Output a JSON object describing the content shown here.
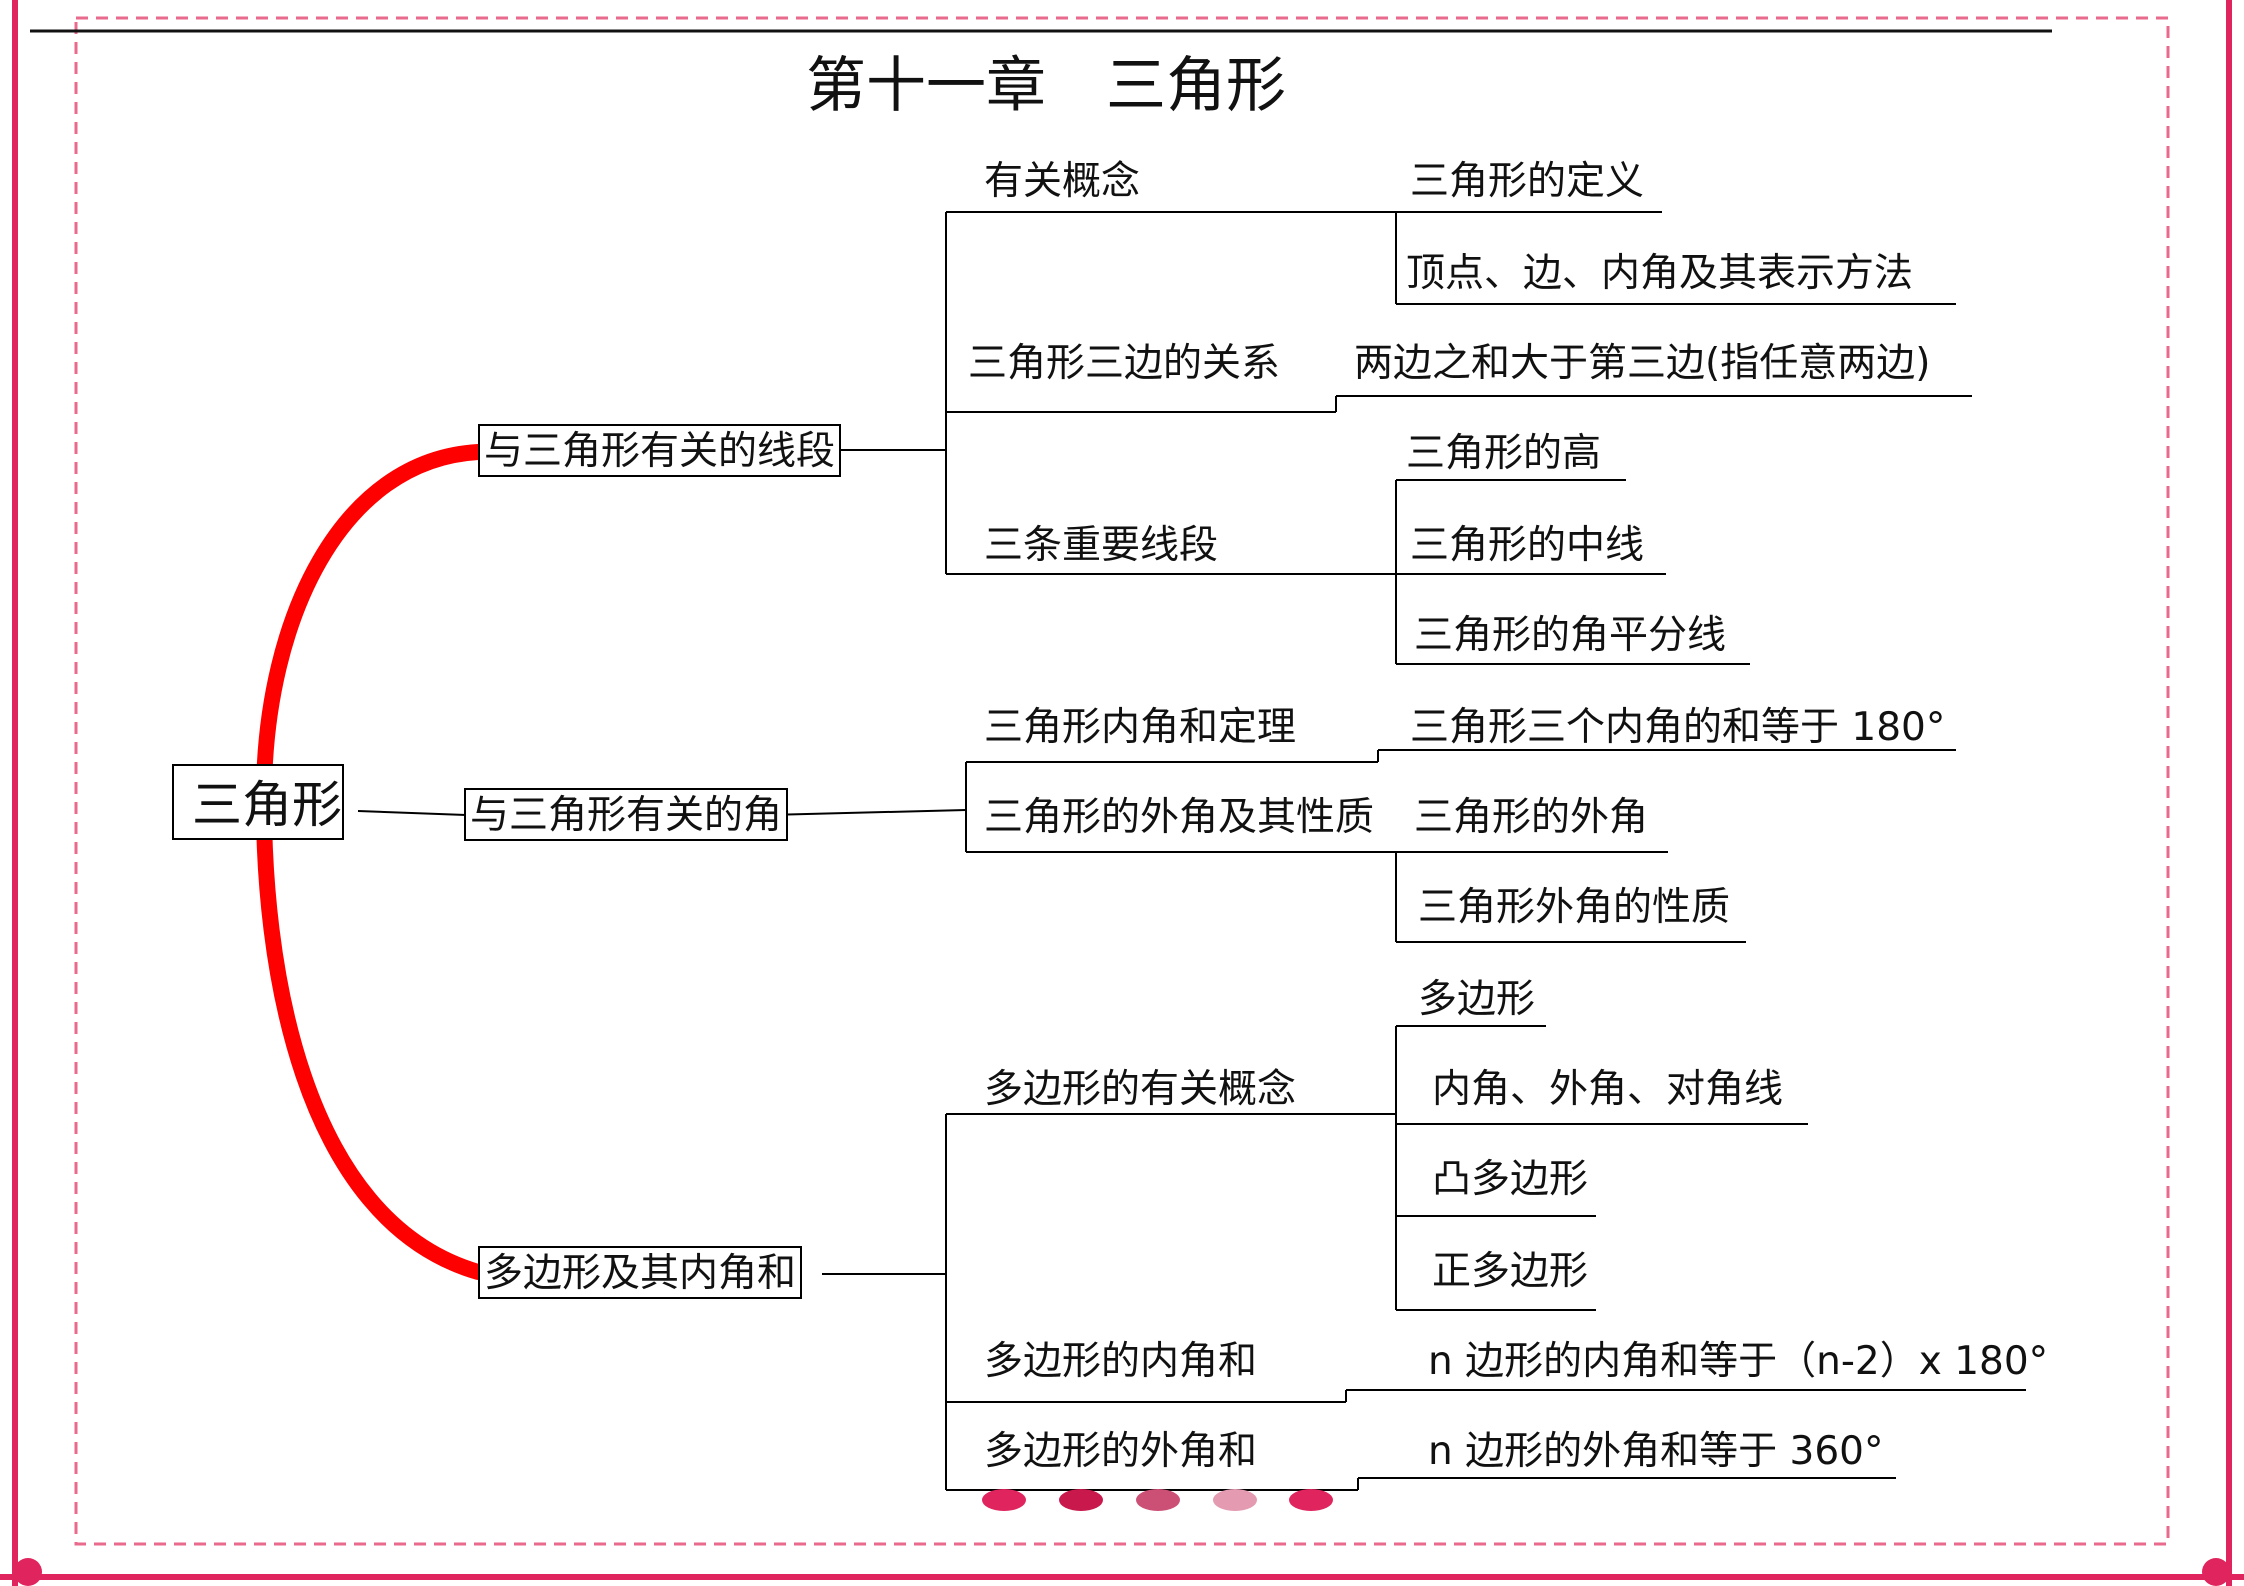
{
  "title": "第十一章　三角形",
  "root": "三角形",
  "branches": [
    {
      "label": "与三角形有关的线段",
      "subs": [
        {
          "label": "有关概念",
          "leaves": [
            "三角形的定义",
            "顶点、边、内角及其表示方法"
          ]
        },
        {
          "label": "三角形三边的关系",
          "leaves": [
            "两边之和大于第三边(指任意两边)"
          ]
        },
        {
          "label": "三条重要线段",
          "leaves": [
            "三角形的高",
            "三角形的中线",
            "三角形的角平分线"
          ]
        }
      ]
    },
    {
      "label": "与三角形有关的角",
      "subs": [
        {
          "label": "三角形内角和定理",
          "leaves": [
            "三角形三个内角的和等于 180°"
          ]
        },
        {
          "label": "三角形的外角及其性质",
          "leaves": [
            "三角形的外角",
            "三角形外角的性质"
          ]
        }
      ]
    },
    {
      "label": "多边形及其内角和",
      "subs": [
        {
          "label": "多边形的有关概念",
          "leaves": [
            "多边形",
            "内角、外角、对角线",
            "凸多边形",
            "正多边形"
          ]
        },
        {
          "label": "多边形的内角和",
          "leaves": [
            "n 边形的内角和等于（n-2）x 180°"
          ]
        },
        {
          "label": "多边形的外角和",
          "leaves": [
            "n 边形的外角和等于 360°"
          ]
        }
      ]
    }
  ],
  "colors": {
    "frame_border": "#e0245e",
    "dash_border": "#e86a8c",
    "curve": "#ff0000",
    "dots": [
      "#e0245e",
      "#c8184c",
      "#cc4f75",
      "#e49ab0",
      "#e0245e"
    ]
  }
}
